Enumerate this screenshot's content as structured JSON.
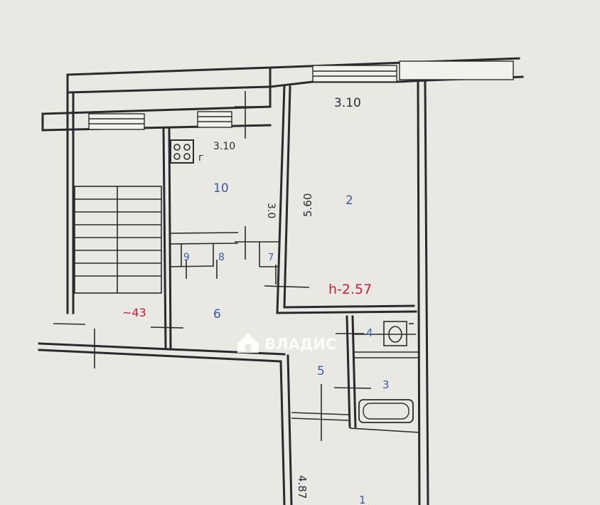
{
  "rooms": {
    "r1": "1",
    "r2": "2",
    "r3": "3",
    "r4": "4",
    "r5": "5",
    "r6": "6",
    "r7": "7",
    "r8": "8",
    "r9": "9",
    "r10": "10"
  },
  "dimensions": {
    "room2_width": "3.10",
    "room2_length": "5.60",
    "kitchen_width": "3.10",
    "kitchen_length": "3.0",
    "room1_length": "4.87"
  },
  "annotations": {
    "ceiling_height": "h-2.57",
    "stair_note": "~43",
    "stove_mark": "г"
  },
  "watermark": {
    "text": "ВЛАДИС",
    "icon": "house-logo-icon"
  },
  "colors": {
    "wall": "#2a2a2e",
    "room_numbers": "#3b5aa8",
    "handwritten_red": "#c8203a",
    "paper": "#e9e8e3"
  }
}
